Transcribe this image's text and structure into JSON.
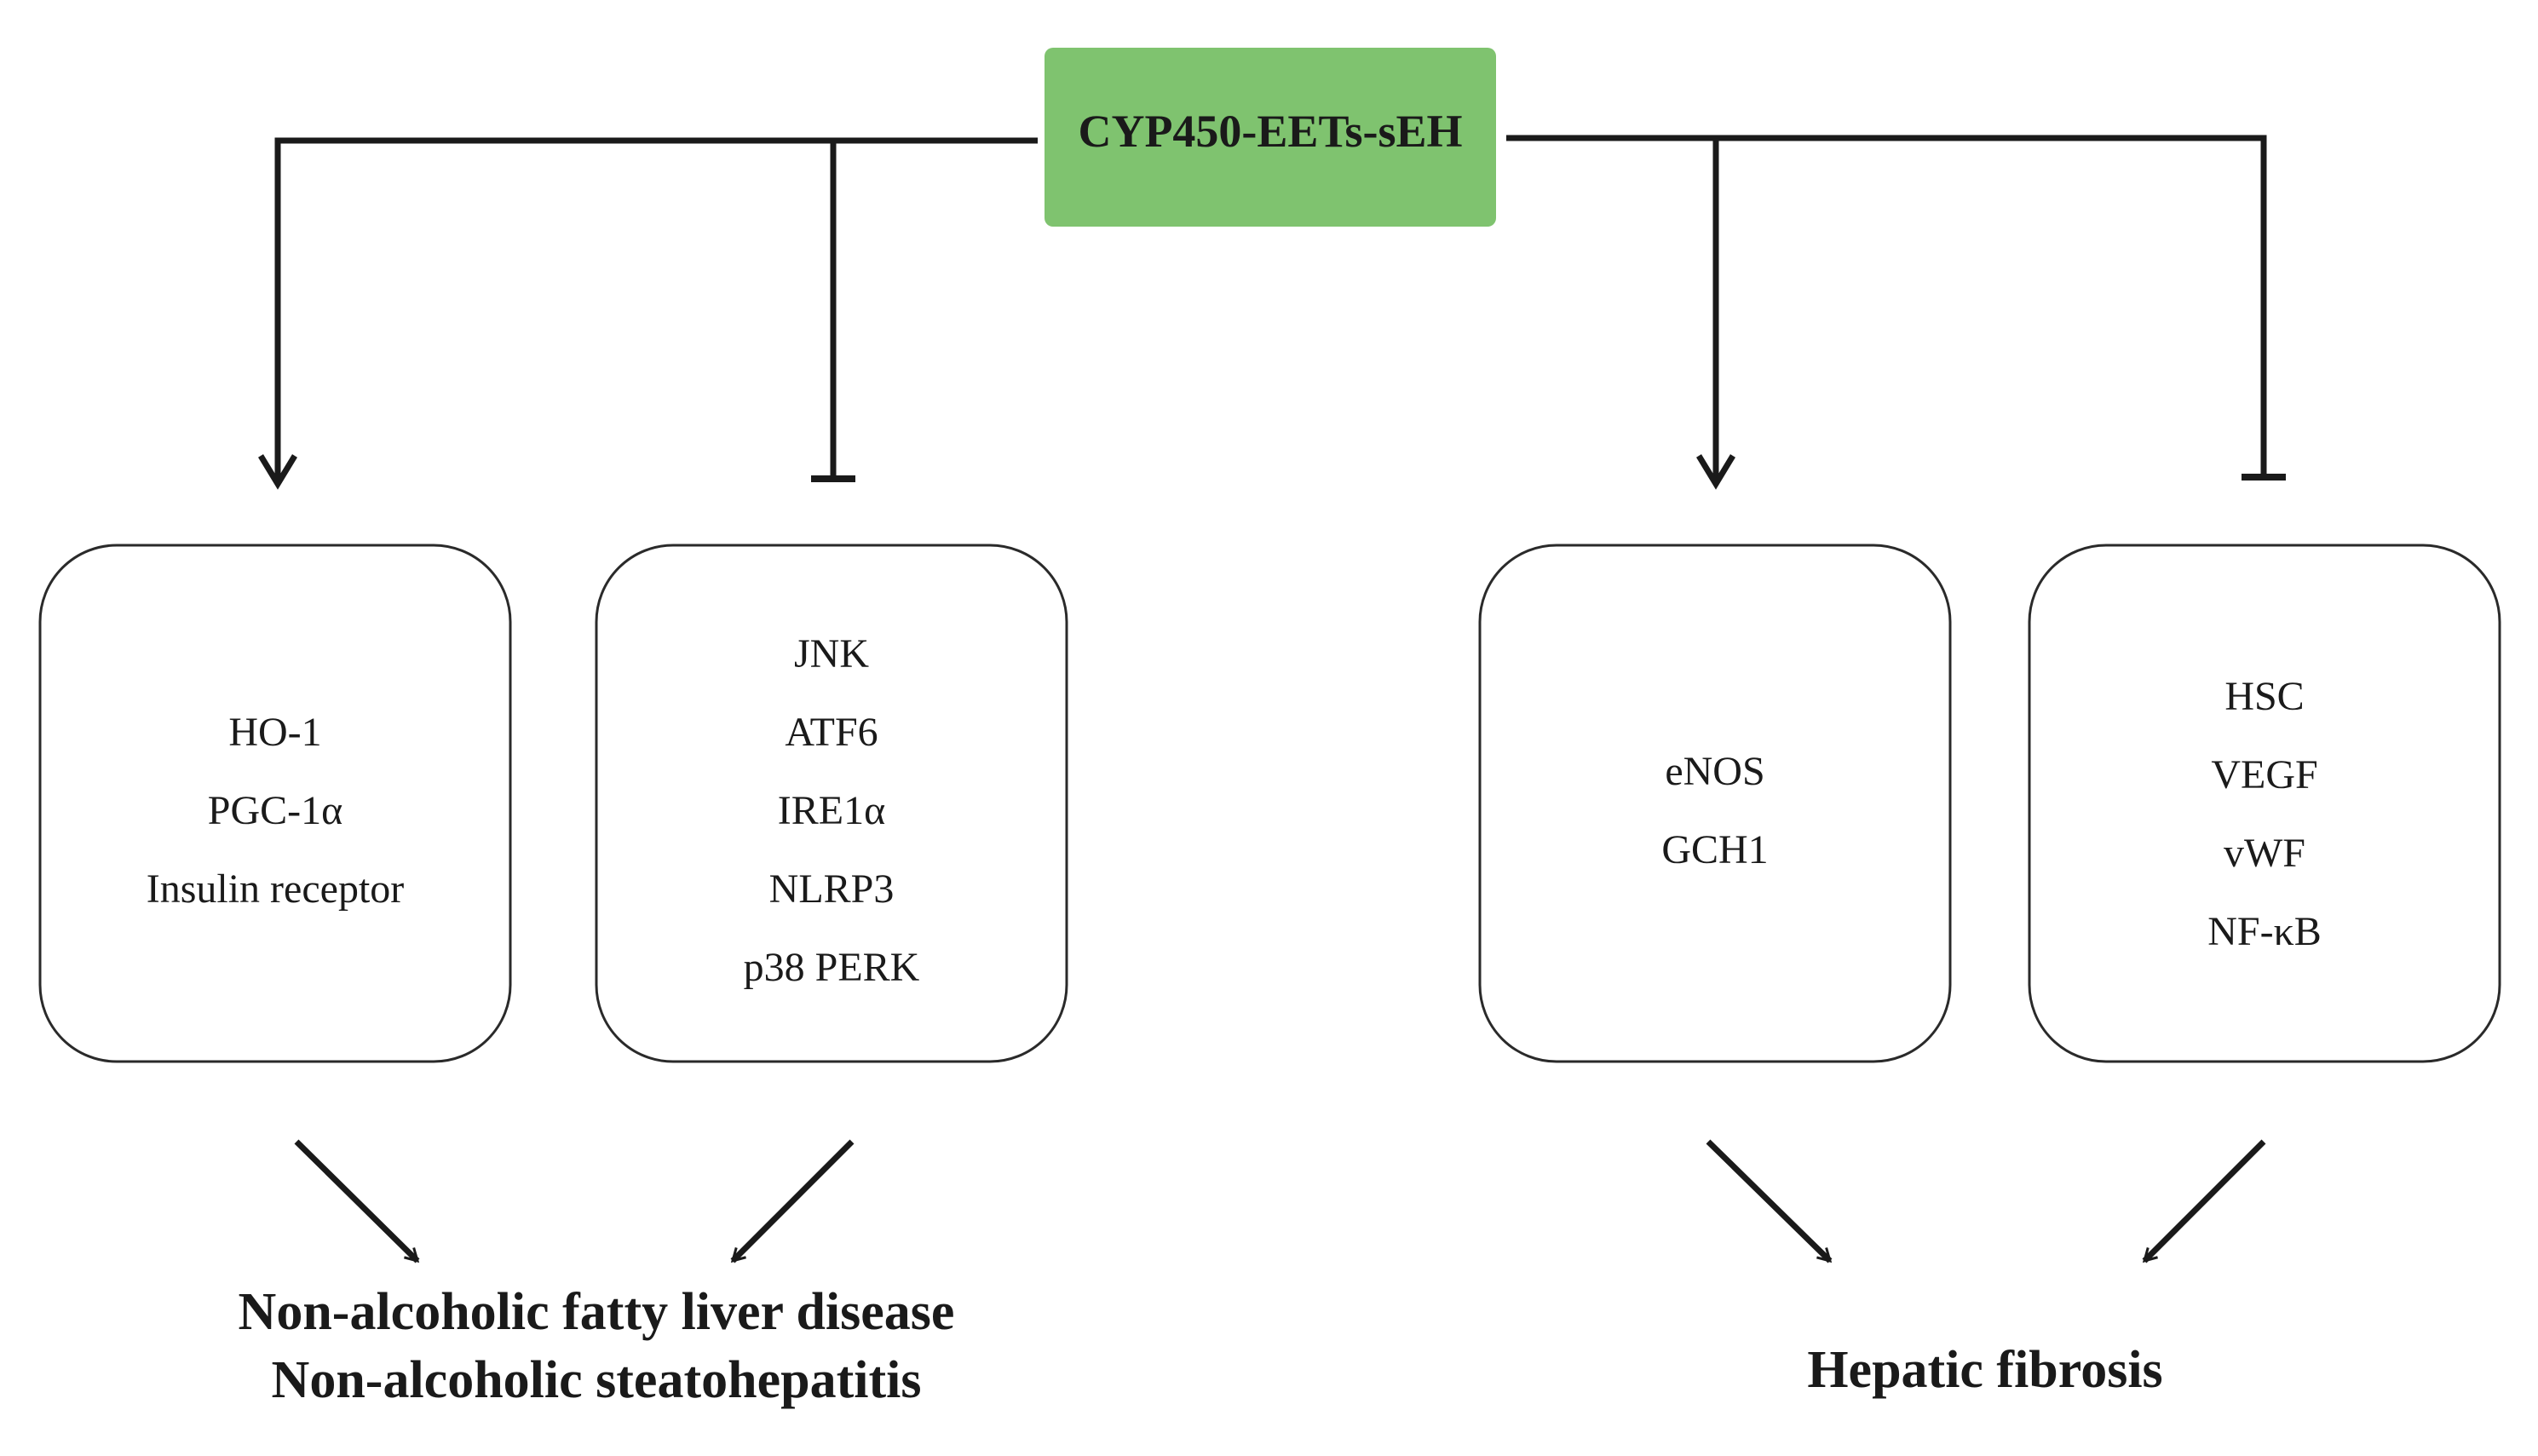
{
  "root": {
    "label": "CYP450-EETs-sEH"
  },
  "colors": {
    "root_fill": "#7fc36f",
    "line": "#1a1a1a",
    "box_stroke": "#2a2a2a"
  },
  "boxes": [
    {
      "items": [
        "HO-1",
        "PGC-1α",
        "Insulin receptor"
      ]
    },
    {
      "items": [
        "JNK",
        "ATF6",
        "IRE1α",
        "NLRP3",
        "p38 PERK"
      ]
    },
    {
      "items": [
        "eNOS",
        "GCH1"
      ]
    },
    {
      "items": [
        "HSC",
        "VEGF",
        "vWF",
        "NF-κB"
      ]
    }
  ],
  "outcomes": {
    "left": [
      "Non-alcoholic fatty liver disease",
      "Non-alcoholic steatohepatitis"
    ],
    "right": [
      "Hepatic fibrosis"
    ]
  }
}
